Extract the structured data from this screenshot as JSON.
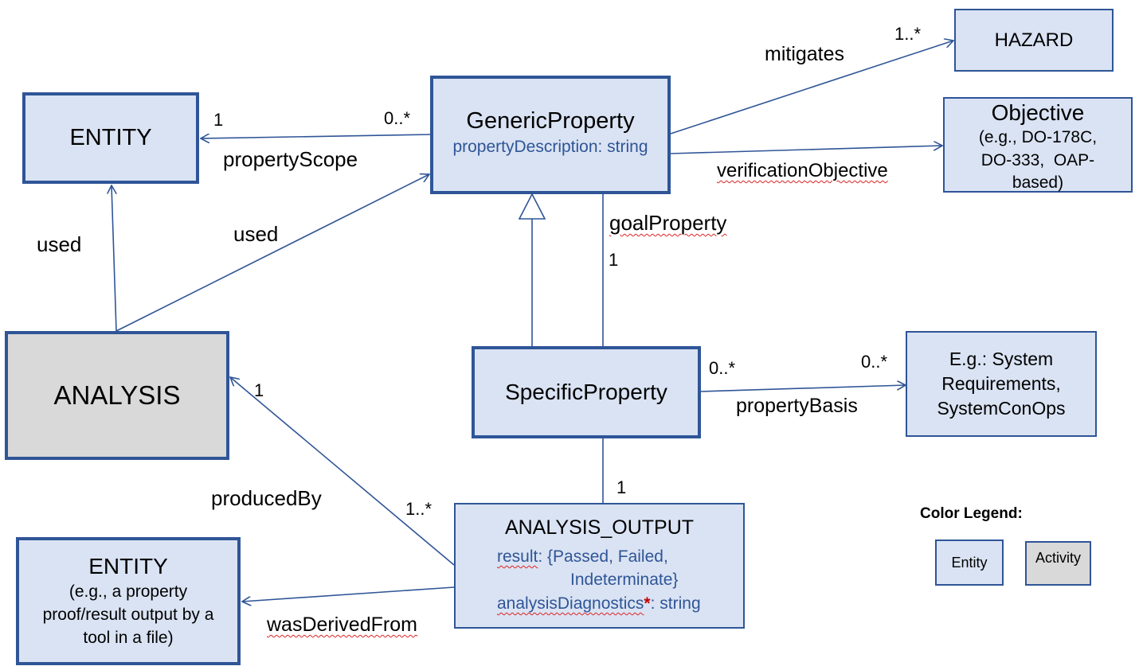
{
  "colors": {
    "entity_fill": "#dae3f3",
    "activity_fill": "#d9d9d9",
    "border": "#2f5597",
    "attribute_text": "#2f5597",
    "spell_underline": "#dd2222",
    "required_mark": "#c00000"
  },
  "boxes": {
    "entity_top": {
      "title": "ENTITY"
    },
    "generic_property": {
      "title": "GenericProperty",
      "attribute": "propertyDescription: string"
    },
    "hazard": {
      "title": "HAZARD"
    },
    "objective": {
      "title": "Objective",
      "lines": [
        "(e.g., DO-178C,",
        "DO-333,  OAP-",
        "based)"
      ]
    },
    "analysis": {
      "title": "ANALYSIS"
    },
    "specific_property": {
      "title": "SpecificProperty"
    },
    "basis": {
      "lines": [
        "E.g.: System",
        "Requirements,",
        "SystemConOps"
      ]
    },
    "analysis_output": {
      "title": "ANALYSIS_OUTPUT",
      "result_name": "result",
      "result_values_1": ": {Passed, Failed,",
      "result_values_2": "Indeterminate}",
      "diag_name": "analysisDiagnostics",
      "diag_mark": "*",
      "diag_type": ": string"
    },
    "entity_bottom": {
      "title": "ENTITY",
      "lines": [
        "(e.g., a property",
        "proof/result output by a",
        "tool in a file)"
      ]
    }
  },
  "relations": {
    "property_scope": {
      "label": "propertyScope",
      "src_mult": "0..*",
      "dst_mult": "1"
    },
    "mitigates": {
      "label": "mitigates",
      "dst_mult": "1..*"
    },
    "verification_objective": {
      "label": "verificationObjective"
    },
    "used_entity": {
      "label": "used"
    },
    "used_property": {
      "label": "used"
    },
    "goal_property": {
      "label": "goalProperty",
      "mult": "1"
    },
    "property_basis": {
      "label": "propertyBasis",
      "src_mult": "0..*",
      "dst_mult": "0..*"
    },
    "produced_by": {
      "label": "producedBy",
      "src_mult": "1..*",
      "dst_mult": "1"
    },
    "was_derived_from": {
      "label": "wasDerivedFrom"
    },
    "output_link": {
      "mult": "1"
    }
  },
  "legend": {
    "title": "Color Legend:",
    "entity_label": "Entity",
    "activity_label": "Activity"
  }
}
